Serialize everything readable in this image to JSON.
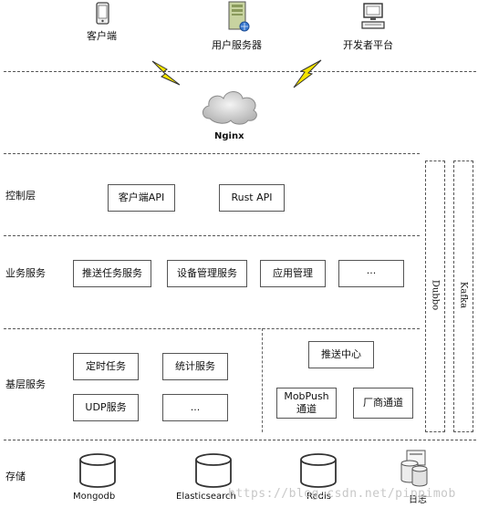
{
  "top": {
    "client": "客户端",
    "user_server": "用户服务器",
    "dev_platform": "开发者平台",
    "nginx": "Nginx"
  },
  "layers": {
    "control": "控制层",
    "business": "业务服务",
    "base": "基层服务",
    "storage": "存储"
  },
  "control": {
    "client_api": "客户端API",
    "rust_api": "Rust API"
  },
  "business": {
    "push_task": "推送任务服务",
    "device_mgmt": "设备管理服务",
    "app_mgmt": "应用管理",
    "more": "···"
  },
  "base": {
    "timer": "定时任务",
    "stats": "统计服务",
    "udp": "UDP服务",
    "more": "...",
    "push_center": "推送中心",
    "mobpush_line1": "MobPush",
    "mobpush_line2": "通道",
    "vendor_channel": "厂商通道"
  },
  "side": {
    "dubbo": "Dubbo",
    "kafka": "Kafka"
  },
  "storage": {
    "mongodb": "Mongodb",
    "elasticsearch": "Elasticsearch",
    "redis": "Redis",
    "log": "日志"
  },
  "watermark": "https://blog.csdn.net/pippimob"
}
